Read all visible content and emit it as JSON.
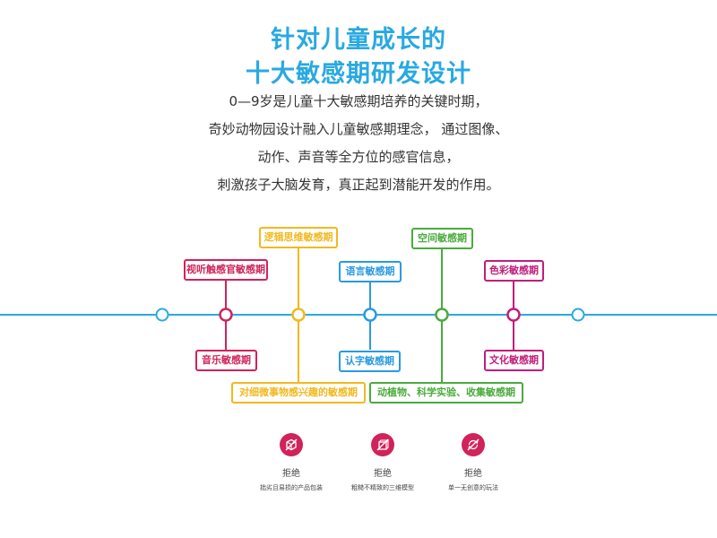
{
  "header": {
    "title_line1": "针对儿童成长的",
    "title_line2": "十大敏感期研发设计",
    "intro": [
      "0—9岁是儿童十大敏感期培养的关键时期，",
      "奇妙动物园设计融入儿童敏感期理念， 通过图像、",
      "动作、声音等全方位的感官信息，",
      "刺激孩子大脑发育，真正起到潜能开发的作用。"
    ]
  },
  "periods": {
    "visual_touch": "视听触感官敏感期",
    "logic": "逻辑思维敏感期",
    "language": "语言敏感期",
    "space": "空间敏感期",
    "color": "色彩敏感期",
    "music": "音乐敏感期",
    "detail": "对细微事物感兴趣的敏感期",
    "literacy": "认字敏感期",
    "nature": "动植物、科学实验、收集敏感期",
    "culture": "文化敏感期"
  },
  "colors": {
    "line": "#29a9e0",
    "red": "#d0235a",
    "yellow": "#f2b81f",
    "blue": "#2a9ae0",
    "green": "#4aab3c",
    "magenta": "#c21e7a"
  },
  "rejects": [
    {
      "icon": "box-icon",
      "label": "拒绝",
      "desc": "拙劣且易损的产品包装"
    },
    {
      "icon": "cube-icon",
      "label": "拒绝",
      "desc": "粗糙不精致的三维模型"
    },
    {
      "icon": "cycle-icon",
      "label": "拒绝",
      "desc": "单一无创意的玩法"
    }
  ]
}
